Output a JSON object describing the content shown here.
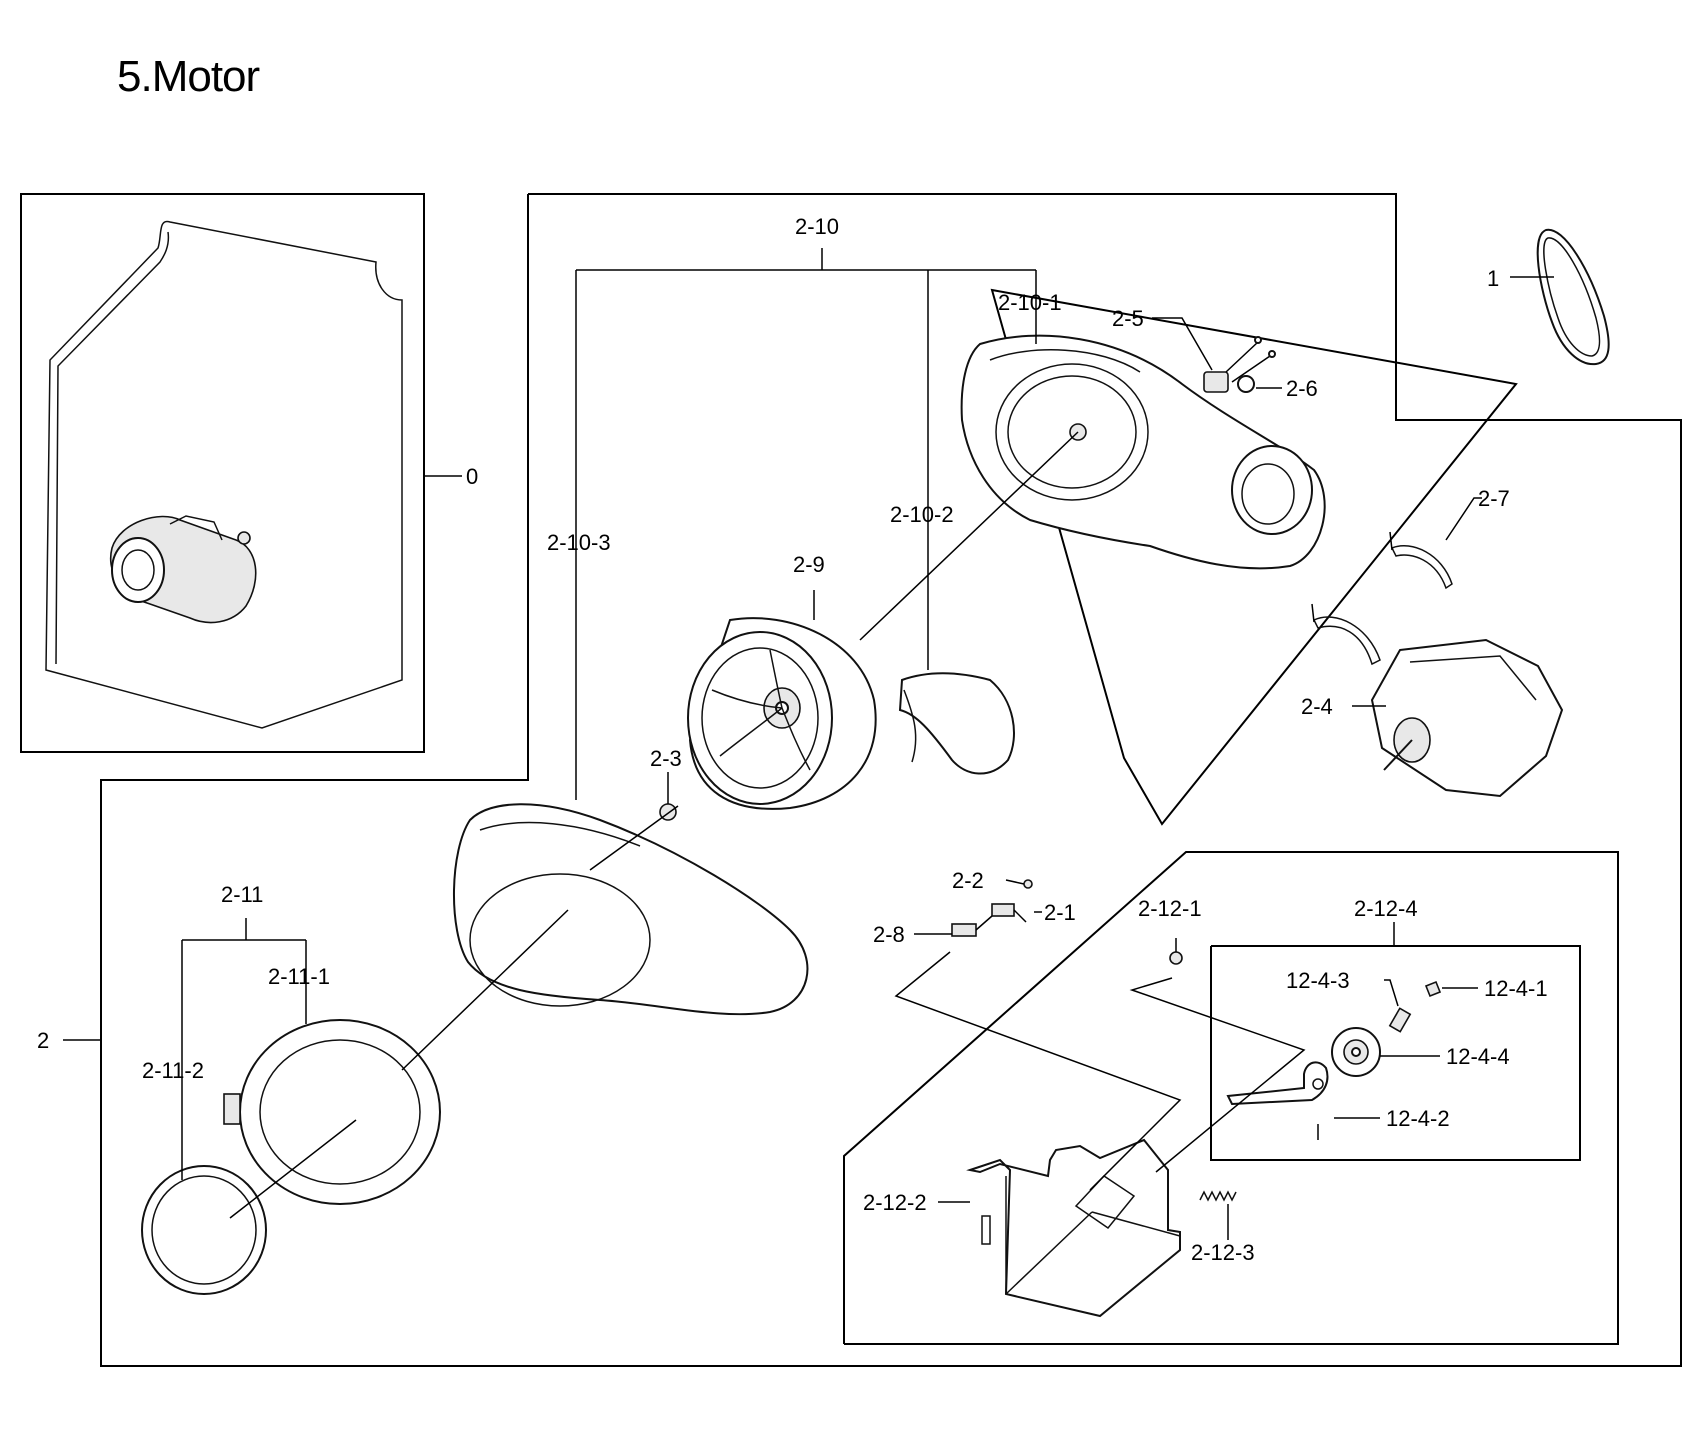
{
  "title": "5.Motor",
  "callouts": {
    "c0": "0",
    "c1": "1",
    "c2": "2",
    "c2_1": "2-1",
    "c2_2": "2-2",
    "c2_3": "2-3",
    "c2_4": "2-4",
    "c2_5": "2-5",
    "c2_6": "2-6",
    "c2_7": "2-7",
    "c2_8": "2-8",
    "c2_9": "2-9",
    "c2_10": "2-10",
    "c2_10_1": "2-10-1",
    "c2_10_2": "2-10-2",
    "c2_10_3": "2-10-3",
    "c2_11": "2-11",
    "c2_11_1": "2-11-1",
    "c2_11_2": "2-11-2",
    "c2_12_1": "2-12-1",
    "c2_12_2": "2-12-2",
    "c2_12_3": "2-12-3",
    "c2_12_4": "2-12-4",
    "c12_4_1": "12-4-1",
    "c12_4_2": "12-4-2",
    "c12_4_3": "12-4-3",
    "c12_4_4": "12-4-4"
  }
}
